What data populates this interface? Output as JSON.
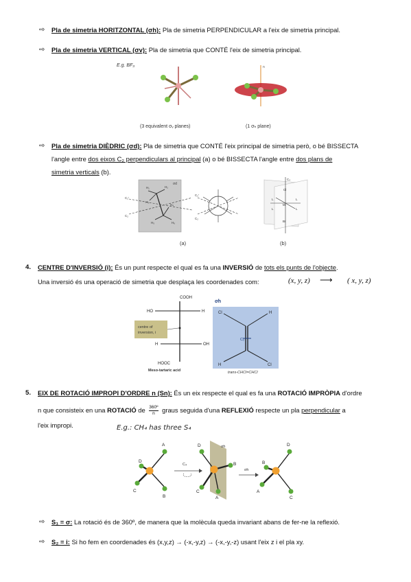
{
  "items": {
    "horizontal": {
      "title": "Pla de simetria HORITZONTAL (σh):",
      "text": " Pla de simetria PERPENDICULAR a l'eix de simetria principal."
    },
    "vertical": {
      "title": "Pla de simetria VERTICAL (σv):",
      "text": " Pla de simetria que CONTÉ l'eix de simetria principal."
    },
    "dihedral": {
      "title": "Pla de simetria DIÈDRIC (σd):",
      "text1": " Pla de simetria que CONTÉ l'eix principal de simetria però, o bé BISSECTA",
      "text2a": "l'angle entre ",
      "text2b": "dos eixos C₂ perpendiculars al principal",
      "text2c": " (a) o bé BISSECTA l'angle entre ",
      "text2d": "dos plans de",
      "text3a": "simetria verticals",
      "text3b": " (b)."
    }
  },
  "figure_bf3": {
    "eg_label": "E.g. BF₃",
    "caption_left": "(3 equivalent σᵥ planes)",
    "caption_right": "(1 σₕ plane)",
    "axis_label": "n",
    "colors": {
      "boron": "#e8a0a0",
      "fluorine": "#7cc24a",
      "plane": "#c4232b"
    }
  },
  "figure_dihedral": {
    "label_a": "(a)",
    "label_b": "(b)",
    "sigma_d": "σd",
    "labels_a": [
      "C₂'",
      "C₂'",
      "H₁",
      "H₂",
      "H₃",
      "H₄",
      "H₅",
      "H₆",
      "C₂",
      "C₂"
    ],
    "labels_b": [
      "C₄",
      "Cl",
      "L",
      "L",
      "M",
      "L",
      "L",
      "Br"
    ]
  },
  "section4": {
    "number": "4.",
    "title": "CENTRE D'INVERSIÓ (i):",
    "text1a": " És un punt respecte el qual es fa una ",
    "text1b": "INVERSIÓ",
    "text1c": " de ",
    "text1d": "tots els punts de l'objecte",
    "text1e": ".",
    "text2": "Una inversió és una operació de simetria que desplaça les coordenades com:",
    "math_left": "(x, y, z)",
    "math_right": "( x,  y,  z)",
    "figure": {
      "cooh": "COOH",
      "ho": "HO",
      "h1": "H",
      "h2": "H",
      "hooc": "HOOC",
      "oh": "OH",
      "centre_label": "centre of inversion, i",
      "caption_left": "Meso-tartaric acid",
      "sigma_h": "σh",
      "cl1": "Cl",
      "h3": "H",
      "c2": "C₂",
      "h4": "H",
      "cl2": "Cl",
      "caption_right": "trans-CHCl=CHCl",
      "colors": {
        "centre_box": "#c9c08a",
        "panel": "#b4c8e6"
      }
    }
  },
  "section5": {
    "number": "5.",
    "title": "EIX DE ROTACIÓ IMPROPI D'ORDRE n (Sn):",
    "text1a": " És un eix respecte el qual es fa una ",
    "text1b": "ROTACIÓ IMPRÒPIA",
    "text1c": " d'ordre",
    "text2a": "n que consisteix en una ",
    "text2b": "ROTACIÓ",
    "text2c": " de ",
    "frac_num": "360º",
    "frac_den": "n",
    "text2d": " graus seguida d'una ",
    "text2e": "REFLEXIÓ",
    "text2f": " respecte un pla ",
    "text2g": "perpendicular",
    "text2h": " a",
    "text3": "l'eix impropi.",
    "eg": "E.g.:  CH₄ has three S₄",
    "figure": {
      "atoms": [
        "A",
        "B",
        "C",
        "D"
      ],
      "sigma_h": "σh",
      "rot_label": "C₄",
      "colors": {
        "center": "#f0a030",
        "ligand": "#5aaa3a",
        "plane": "#a8a070"
      }
    }
  },
  "bullets_bottom": {
    "s1_title": "S₁ = σ:",
    "s1_text": " La rotació és de 360º, de manera que la molècula queda invariant abans de fer-ne la reflexió.",
    "s2_title": "S₂ = i:",
    "s2_text": " Si ho fem en coordenades és (x,y,z) → (-x,-y,z) → (-x,-y,-z) usant l'eix z i el pla xy."
  }
}
